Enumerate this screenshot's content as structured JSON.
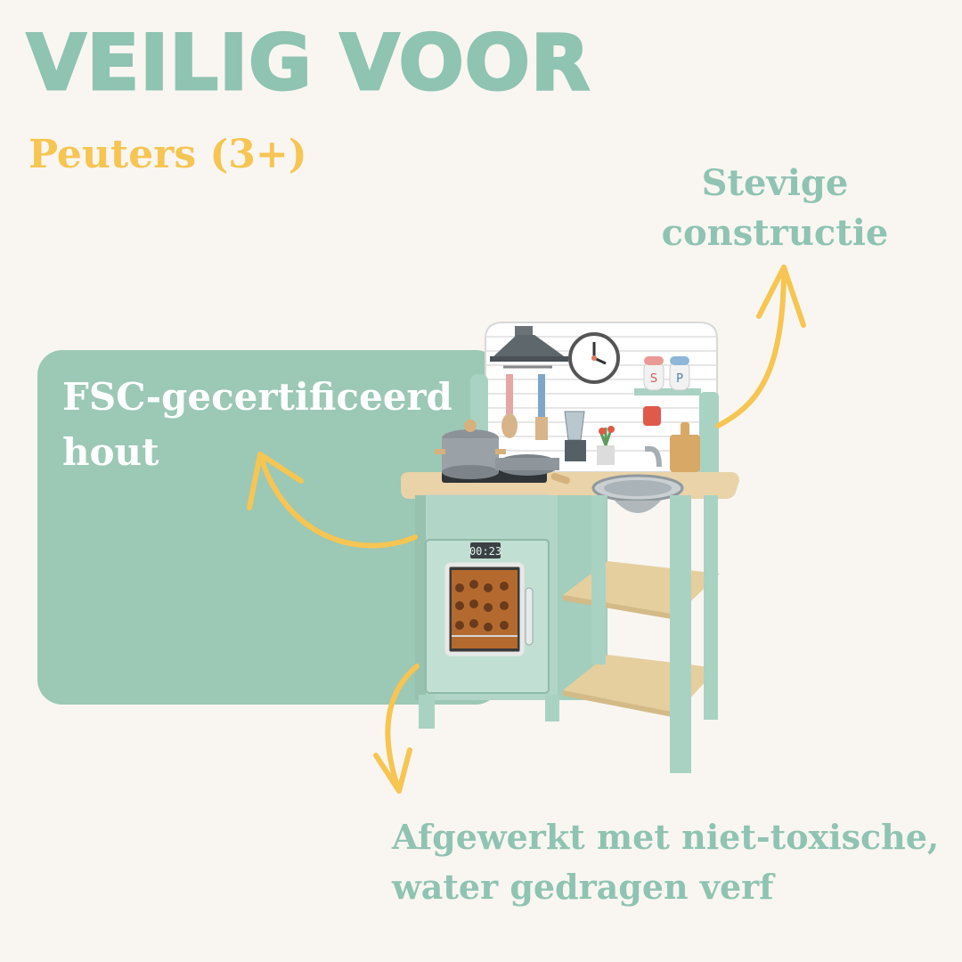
{
  "title": "VEILIG VOOR",
  "subtitle": "Peuters (3+)",
  "features": {
    "fsc": "FSC-gecertificeerd hout",
    "sturdy": "Stevige constructie",
    "paint": "Afgewerkt met niet-toxische, water gedragen verf"
  },
  "kitchen": {
    "timer": "00:23",
    "salt_label": "S",
    "pepper_label": "P"
  },
  "colors": {
    "accent_green": "#8fc3b2",
    "accent_yellow": "#f6c552",
    "panel_green": "#9cc8b6",
    "background": "#f9f6f2"
  }
}
